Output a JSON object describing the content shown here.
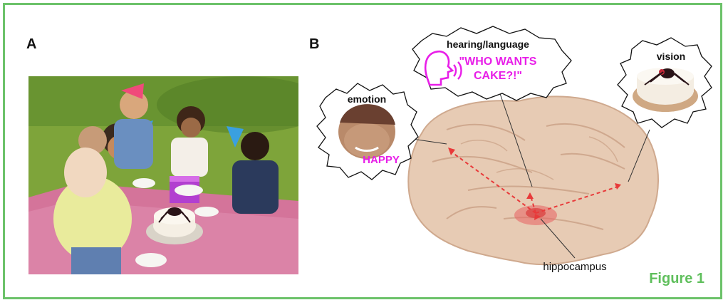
{
  "panels": {
    "a_label": "A",
    "b_label": "B"
  },
  "bubbles": {
    "emotion": {
      "title": "emotion",
      "word": "HAPPY"
    },
    "hearing": {
      "title": "hearing/language",
      "quote_line1": "\"WHO WANTS",
      "quote_line2": "CAKE?!\""
    },
    "vision": {
      "title": "vision"
    }
  },
  "brain": {
    "region_label": "hippocampus"
  },
  "caption": "Figure 1",
  "colors": {
    "border": "#6cc26a",
    "caption": "#5fbf5c",
    "magenta": "#e81ee8",
    "arrow": "#e83a3a",
    "brain": "#e7cbb4"
  },
  "icons": [
    "speaking-head-icon"
  ]
}
